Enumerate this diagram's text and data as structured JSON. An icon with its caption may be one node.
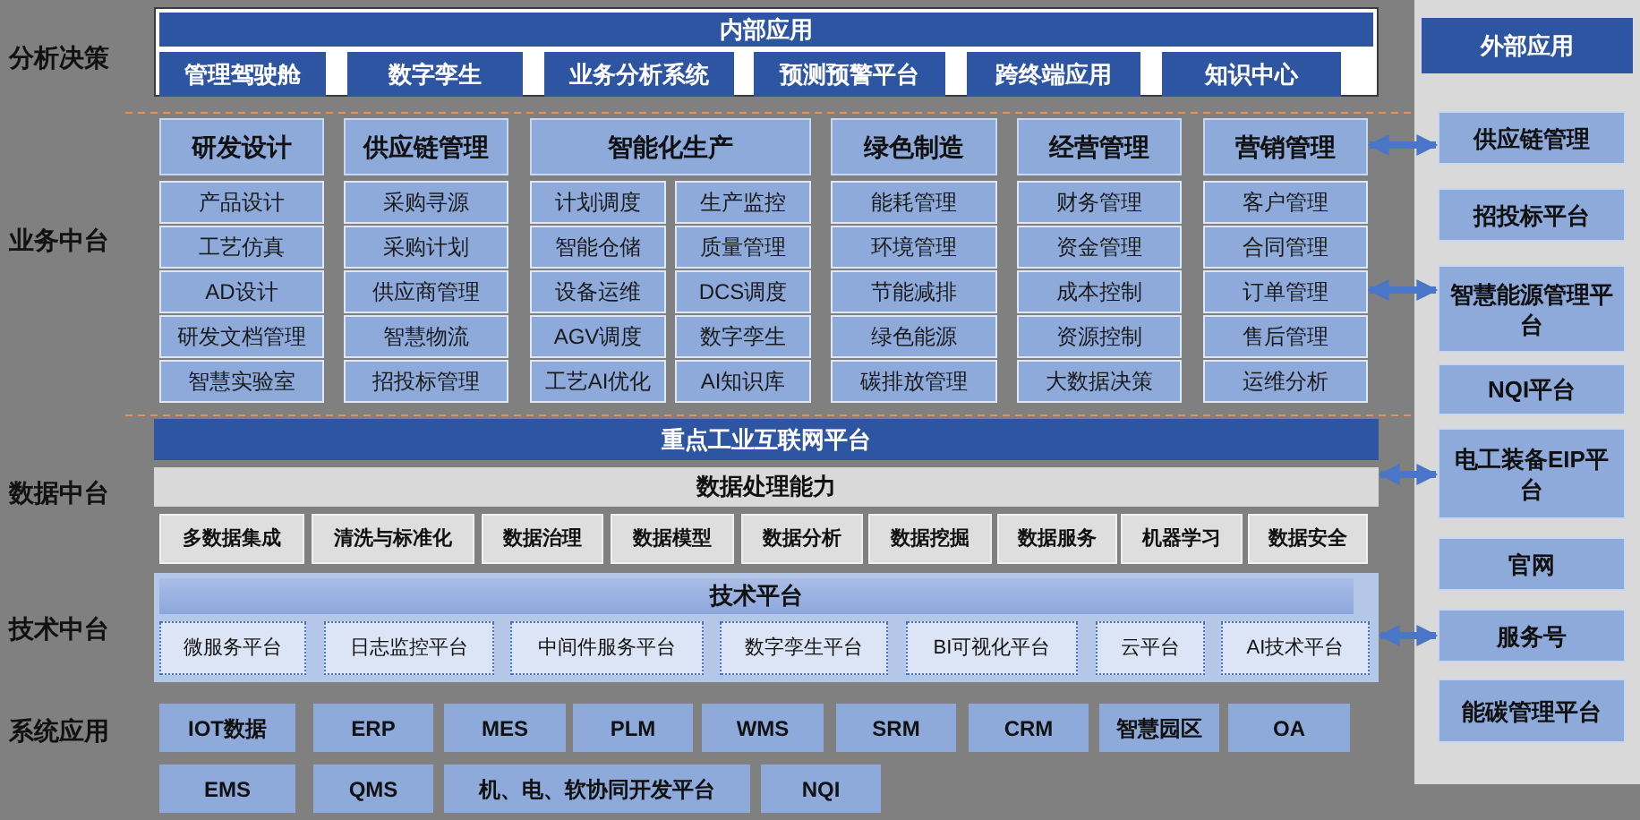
{
  "diagram": {
    "nodes": [
      {
        "text": [
          "内部应用"
        ]
      },
      {
        "text": [
          "管理驾驶舱"
        ],
        "in": 0
      },
      {
        "text": [
          "数字孪生"
        ],
        "in": 0
      },
      {
        "text": [
          "业务分析系统"
        ],
        "in": 0
      },
      {
        "text": [
          "预测预警平台"
        ],
        "in": 0
      },
      {
        "text": [
          "跨终端应用"
        ],
        "in": 0
      },
      {
        "text": [
          "知识中心"
        ],
        "in": 0
      },
      {
        "text": [
          "研发设计"
        ]
      },
      {
        "text": [
          "产品设计"
        ]
      },
      {
        "text": [
          "工艺仿真"
        ]
      },
      {
        "text": [
          "AD设计"
        ]
      },
      {
        "text": [
          "研发文档管理"
        ]
      },
      {
        "text": [
          "智慧实验室"
        ]
      },
      {
        "text": [
          "供应链管理"
        ]
      },
      {
        "text": [
          "采购寻源"
        ]
      },
      {
        "text": [
          "采购计划"
        ]
      },
      {
        "text": [
          "供应商管理"
        ]
      },
      {
        "text": [
          "智慧物流"
        ]
      },
      {
        "text": [
          "招投标管理"
        ]
      },
      {
        "text": [
          "智能化生产"
        ]
      },
      {
        "text": [
          "计划调度"
        ]
      },
      {
        "text": [
          "生产监控"
        ]
      },
      {
        "text": [
          "智能仓储"
        ]
      },
      {
        "text": [
          "质量管理"
        ]
      },
      {
        "text": [
          "设备运维"
        ]
      },
      {
        "text": [
          "DCS调度"
        ]
      },
      {
        "text": [
          "AGV调度"
        ]
      },
      {
        "text": [
          "数字孪生"
        ]
      },
      {
        "text": [
          "工艺AI优化"
        ]
      },
      {
        "text": [
          "AI知识库"
        ]
      },
      {
        "text": [
          "绿色制造"
        ]
      },
      {
        "text": [
          "能耗管理"
        ]
      },
      {
        "text": [
          "环境管理"
        ]
      },
      {
        "text": [
          "节能减排"
        ]
      },
      {
        "text": [
          "绿色能源"
        ]
      },
      {
        "text": [
          "碳排放管理"
        ]
      },
      {
        "text": [
          "经营管理"
        ]
      },
      {
        "text": [
          "财务管理"
        ]
      },
      {
        "text": [
          "资金管理"
        ]
      },
      {
        "text": [
          "成本控制"
        ]
      },
      {
        "text": [
          "资源控制"
        ]
      },
      {
        "text": [
          "大数据决策"
        ]
      },
      {
        "text": [
          "营销管理"
        ]
      },
      {
        "text": [
          "客户管理"
        ]
      },
      {
        "text": [
          "合同管理"
        ]
      },
      {
        "text": [
          "订单管理"
        ]
      },
      {
        "text": [
          "售后管理"
        ]
      },
      {
        "text": [
          "运维分析"
        ]
      },
      {
        "text": [
          "重点工业互联网平台"
        ]
      },
      {
        "text": [
          "数据处理能力"
        ]
      },
      {
        "text": [
          "多数据集成"
        ]
      },
      {
        "text": [
          "清洗与标准化"
        ]
      },
      {
        "text": [
          "数据治理"
        ]
      },
      {
        "text": [
          "数据模型"
        ]
      },
      {
        "text": [
          "数据分析"
        ]
      },
      {
        "text": [
          "数据挖掘"
        ]
      },
      {
        "text": [
          "数据服务"
        ]
      },
      {
        "text": [
          "机器学习"
        ]
      },
      {
        "text": [
          "数据安全"
        ]
      },
      {
        "text": [
          "技术平台"
        ]
      },
      {
        "text": [
          "微服务平台"
        ],
        "in": 59
      },
      {
        "text": [
          "日志监控平台"
        ],
        "in": 59
      },
      {
        "text": [
          "中间件服务平台"
        ],
        "in": 59
      },
      {
        "text": [
          "数字孪生平台"
        ],
        "in": 59
      },
      {
        "text": [
          "BI可视化平台"
        ],
        "in": 59
      },
      {
        "text": [
          "云平台"
        ],
        "in": 59
      },
      {
        "text": [
          "AI技术平台"
        ],
        "in": 59
      },
      {
        "text": [
          "IOT数据"
        ]
      },
      {
        "text": [
          "ERP"
        ]
      },
      {
        "text": [
          "MES"
        ]
      },
      {
        "text": [
          "PLM"
        ]
      },
      {
        "text": [
          "WMS"
        ]
      },
      {
        "text": [
          "SRM"
        ]
      },
      {
        "text": [
          "CRM"
        ]
      },
      {
        "text": [
          "智慧园区"
        ]
      },
      {
        "text": [
          "OA"
        ]
      },
      {
        "text": [
          "EMS"
        ]
      },
      {
        "text": [
          "QMS"
        ]
      },
      {
        "text": [
          "机、电、软协同开发平台"
        ]
      },
      {
        "text": [
          "NQI"
        ]
      },
      {
        "text": [
          "外部应用"
        ]
      },
      {
        "text": [
          "供应链管理"
        ],
        "in": 80
      },
      {
        "text": [
          "招投标平台"
        ],
        "in": 80
      },
      {
        "text": [
          "智慧能源管理平台"
        ],
        "in": 80
      },
      {
        "text": [
          "NQI平台"
        ],
        "in": 80
      },
      {
        "text": [
          "电工装备EIP平台"
        ],
        "in": 80
      },
      {
        "text": [
          "官网"
        ],
        "in": 80
      },
      {
        "text": [
          "服务号"
        ],
        "in": 80
      },
      {
        "text": [
          "能碳管理平台"
        ],
        "in": 80
      }
    ],
    "edges": [
      {
        "from": 42,
        "to": 81,
        "arrow": "both"
      },
      {
        "from": 45,
        "to": 83,
        "arrow": "both"
      },
      {
        "from": 49,
        "to": 85,
        "arrow": "both"
      },
      {
        "from": 59,
        "to": 87,
        "arrow": "both"
      }
    ],
    "labels": [
      "分析决策",
      "业务中台",
      "数据中台",
      "技术中台",
      "系统应用"
    ]
  }
}
